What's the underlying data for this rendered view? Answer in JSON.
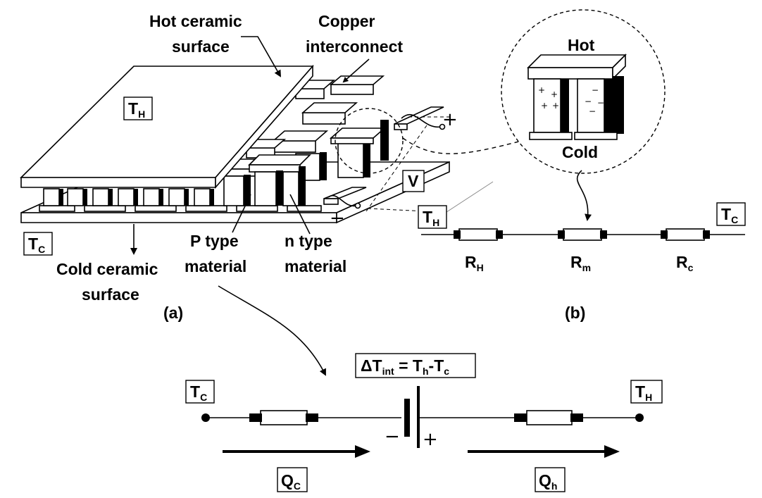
{
  "panel_a": {
    "hot_surface_line1": "Hot ceramic",
    "hot_surface_line2": "surface",
    "copper_line1": "Copper",
    "copper_line2": "interconnect",
    "th": "T",
    "th_sub": "H",
    "tc": "T",
    "tc_sub": "C",
    "v_label": "V",
    "plus": "+",
    "minus": "−",
    "cold_line1": "Cold ceramic",
    "cold_line2": "surface",
    "p_line1": "P type",
    "p_line2": "material",
    "n_line1": "n type",
    "n_line2": "material",
    "caption": "(a)"
  },
  "inset": {
    "hot": "Hot",
    "cold": "Cold",
    "p_signs": [
      "+",
      "+",
      "+",
      "+"
    ],
    "n_signs": [
      "−",
      "−",
      "−",
      "−"
    ]
  },
  "panel_b": {
    "th": "T",
    "th_sub": "H",
    "tc": "T",
    "tc_sub": "C",
    "rh": "R",
    "rh_sub": "H",
    "rm": "R",
    "rm_sub": "m",
    "rc": "R",
    "rc_sub": "c",
    "caption": "(b)"
  },
  "circuit": {
    "delta_prefix": "ΔT",
    "delta_sub": "int",
    "delta_mid": " = T",
    "delta_h": "h",
    "delta_minus": "-T",
    "delta_c": "c",
    "tc": "T",
    "tc_sub": "C",
    "th": "T",
    "th_sub": "H",
    "qc": "Q",
    "qc_sub": "C",
    "qh": "Q",
    "qh_sub": "h",
    "minus": "−",
    "plus": "+"
  }
}
